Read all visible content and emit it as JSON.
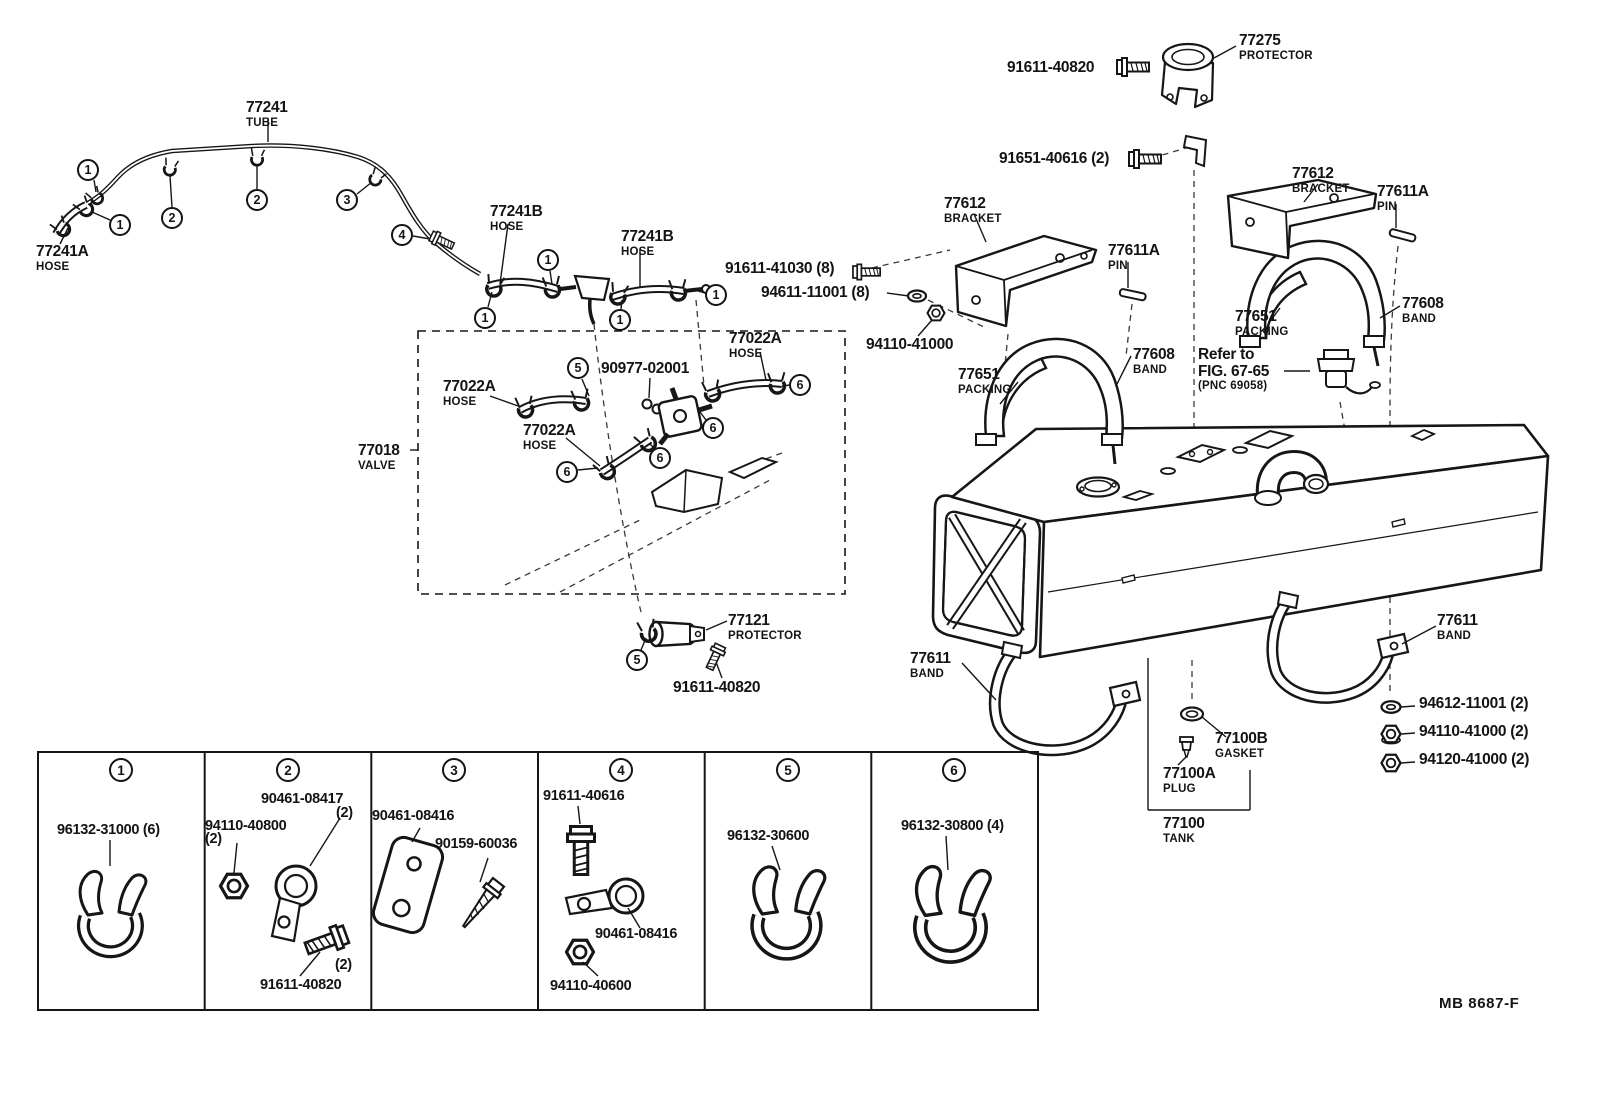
{
  "doc": {
    "code": "MB 8687-F"
  },
  "markers": {
    "n1": "1",
    "n2": "2",
    "n3": "3",
    "n4": "4",
    "n5": "5",
    "n6": "6"
  },
  "labels": {
    "protector_77275": {
      "num": "77275",
      "name": "PROTECTOR"
    },
    "bolt_91611_40820_top": {
      "num": "91611-40820"
    },
    "tube_77241": {
      "num": "77241",
      "name": "TUBE"
    },
    "bolt_91651_40616": {
      "num": "91651-40616 (2)"
    },
    "bracket_77612_right": {
      "num": "77612",
      "name": "BRACKET"
    },
    "pin_77611A_right": {
      "num": "77611A",
      "name": "PIN"
    },
    "bracket_77612_left": {
      "num": "77612",
      "name": "BRACKET"
    },
    "hose_77241B_1": {
      "num": "77241B",
      "name": "HOSE"
    },
    "hose_77241B_2": {
      "num": "77241B",
      "name": "HOSE"
    },
    "hose_77241A": {
      "num": "77241A",
      "name": "HOSE"
    },
    "bolt_91611_41030": {
      "num": "91611-41030 (8)"
    },
    "pin_77611A_left": {
      "num": "77611A",
      "name": "PIN"
    },
    "washer_94611_11001": {
      "num": "94611-11001 (8)"
    },
    "band_77608_right": {
      "num": "77608",
      "name": "BAND"
    },
    "packing_77651_right": {
      "num": "77651",
      "name": "PACKING"
    },
    "nut_94110_41000": {
      "num": "94110-41000"
    },
    "hose_77022A_right": {
      "num": "77022A",
      "name": "HOSE"
    },
    "band_77608_left": {
      "num": "77608",
      "name": "BAND"
    },
    "refer_note": {
      "line1": "Refer to",
      "line2": "FIG. 67-65",
      "line3": "(PNC 69058)"
    },
    "grommet_90977_02001": {
      "num": "90977-02001"
    },
    "hose_77022A_left": {
      "num": "77022A",
      "name": "HOSE"
    },
    "packing_77651_left": {
      "num": "77651",
      "name": "PACKING"
    },
    "hose_77022A_mid": {
      "num": "77022A",
      "name": "HOSE"
    },
    "valve_77018": {
      "num": "77018",
      "name": "VALVE"
    },
    "protector_77121": {
      "num": "77121",
      "name": "PROTECTOR"
    },
    "bolt_91611_40820_mid": {
      "num": "91611-40820"
    },
    "band_77611_right": {
      "num": "77611",
      "name": "BAND"
    },
    "band_77611_left": {
      "num": "77611",
      "name": "BAND"
    },
    "washer_94612_11001": {
      "num": "94612-11001 (2)"
    },
    "nut_94110_41000_2": {
      "num": "94110-41000 (2)"
    },
    "gasket_77100B": {
      "num": "77100B",
      "name": "GASKET"
    },
    "nut_94120_41000": {
      "num": "94120-41000 (2)"
    },
    "plug_77100A": {
      "num": "77100A",
      "name": "PLUG"
    },
    "tank_77100": {
      "num": "77100",
      "name": "TANK"
    }
  },
  "table": {
    "columns": [
      {
        "marker": "1",
        "parts": [
          {
            "num": "96132-31000 (6)"
          }
        ]
      },
      {
        "marker": "2",
        "parts": [
          {
            "num": "90461-08417",
            "qty": "(2)"
          },
          {
            "num": "94110-40800",
            "qty": "(2)"
          },
          {
            "num": "91611-40820",
            "qty": "(2)"
          }
        ]
      },
      {
        "marker": "3",
        "parts": [
          {
            "num": "90461-08416"
          },
          {
            "num": "90159-60036"
          }
        ]
      },
      {
        "marker": "4",
        "parts": [
          {
            "num": "91611-40616"
          },
          {
            "num": "90461-08416"
          },
          {
            "num": "94110-40600"
          }
        ]
      },
      {
        "marker": "5",
        "parts": [
          {
            "num": "96132-30600"
          }
        ]
      },
      {
        "marker": "6",
        "parts": [
          {
            "num": "96132-30800 (4)"
          }
        ]
      }
    ]
  }
}
